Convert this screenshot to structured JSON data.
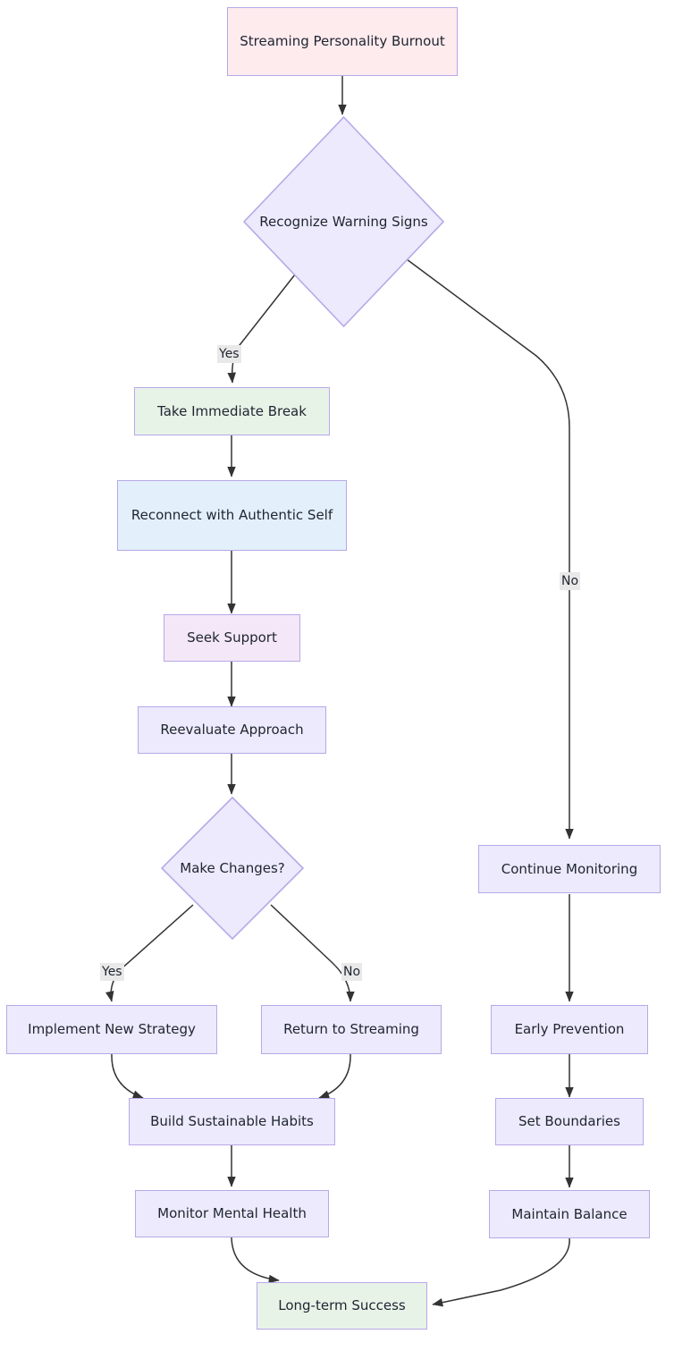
{
  "diagram": {
    "type": "flowchart",
    "title": "Streaming Personality Burnout",
    "nodes": [
      {
        "id": "start",
        "label": "Streaming Personality Burnout",
        "shape": "rect",
        "style": "pink-start"
      },
      {
        "id": "recognize",
        "label": "Recognize Warning Signs",
        "shape": "diamond",
        "style": "lavender"
      },
      {
        "id": "break",
        "label": "Take Immediate Break",
        "shape": "rect",
        "style": "green"
      },
      {
        "id": "reconnect",
        "label": "Reconnect with Authentic Self",
        "shape": "rect",
        "style": "blue"
      },
      {
        "id": "support",
        "label": "Seek Support",
        "shape": "rect",
        "style": "pink"
      },
      {
        "id": "reevaluate",
        "label": "Reevaluate Approach",
        "shape": "rect",
        "style": "lavender"
      },
      {
        "id": "changes",
        "label": "Make Changes?",
        "shape": "diamond",
        "style": "lavender"
      },
      {
        "id": "implement",
        "label": "Implement New Strategy",
        "shape": "rect",
        "style": "lavender"
      },
      {
        "id": "return",
        "label": "Return to Streaming",
        "shape": "rect",
        "style": "lavender"
      },
      {
        "id": "habits",
        "label": "Build Sustainable Habits",
        "shape": "rect",
        "style": "lavender"
      },
      {
        "id": "monitorhealth",
        "label": "Monitor Mental Health",
        "shape": "rect",
        "style": "lavender"
      },
      {
        "id": "monitoring",
        "label": "Continue Monitoring",
        "shape": "rect",
        "style": "lavender"
      },
      {
        "id": "prevention",
        "label": "Early Prevention",
        "shape": "rect",
        "style": "lavender"
      },
      {
        "id": "boundaries",
        "label": "Set Boundaries",
        "shape": "rect",
        "style": "lavender"
      },
      {
        "id": "balance",
        "label": "Maintain Balance",
        "shape": "rect",
        "style": "lavender"
      },
      {
        "id": "success",
        "label": "Long-term Success",
        "shape": "rect",
        "style": "green"
      }
    ],
    "edges": [
      {
        "from": "start",
        "to": "recognize",
        "label": ""
      },
      {
        "from": "recognize",
        "to": "break",
        "label": "Yes"
      },
      {
        "from": "recognize",
        "to": "monitoring",
        "label": "No"
      },
      {
        "from": "break",
        "to": "reconnect",
        "label": ""
      },
      {
        "from": "reconnect",
        "to": "support",
        "label": ""
      },
      {
        "from": "support",
        "to": "reevaluate",
        "label": ""
      },
      {
        "from": "reevaluate",
        "to": "changes",
        "label": ""
      },
      {
        "from": "changes",
        "to": "implement",
        "label": "Yes"
      },
      {
        "from": "changes",
        "to": "return",
        "label": "No"
      },
      {
        "from": "implement",
        "to": "habits",
        "label": ""
      },
      {
        "from": "return",
        "to": "habits",
        "label": ""
      },
      {
        "from": "habits",
        "to": "monitorhealth",
        "label": ""
      },
      {
        "from": "monitorhealth",
        "to": "success",
        "label": ""
      },
      {
        "from": "monitoring",
        "to": "prevention",
        "label": ""
      },
      {
        "from": "prevention",
        "to": "boundaries",
        "label": ""
      },
      {
        "from": "boundaries",
        "to": "balance",
        "label": ""
      },
      {
        "from": "balance",
        "to": "success",
        "label": ""
      }
    ],
    "edge_labels": {
      "yes_recognize": "Yes",
      "no_recognize": "No",
      "yes_changes": "Yes",
      "no_changes": "No"
    },
    "colors": {
      "node_border": "#b8a8e8",
      "start_fill": "#fdebee",
      "green_fill": "#e8f3e8",
      "blue_fill": "#e3f0fb",
      "pink_fill": "#f4e7f7",
      "lavender_fill": "#eceafc",
      "edge_stroke": "#333333",
      "edge_label_bg": "#e9e9e9",
      "text": "#1f2430"
    }
  }
}
